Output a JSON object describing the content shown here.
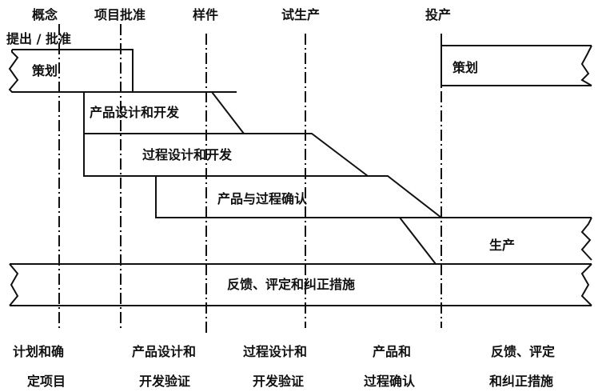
{
  "milestones": [
    "概念",
    "项目批准",
    "样件",
    "试生产",
    "投产"
  ],
  "approval_label": "提出 / 批准",
  "phases": {
    "planning": "策划",
    "planning_right": "策划",
    "product_design": "产品设计和开发",
    "process_design": "过程设计和开发",
    "validation": "产品与过程确认",
    "production": "生产",
    "feedback": "反馈、评定和纠正措施"
  },
  "bottom_labels": [
    [
      "计划和确",
      "定项目"
    ],
    [
      "产品设计和",
      "开发验证"
    ],
    [
      "过程设计和",
      "开发验证"
    ],
    [
      "产品和",
      "过程确认"
    ],
    [
      "反馈、评定",
      "和纠正措施"
    ]
  ]
}
